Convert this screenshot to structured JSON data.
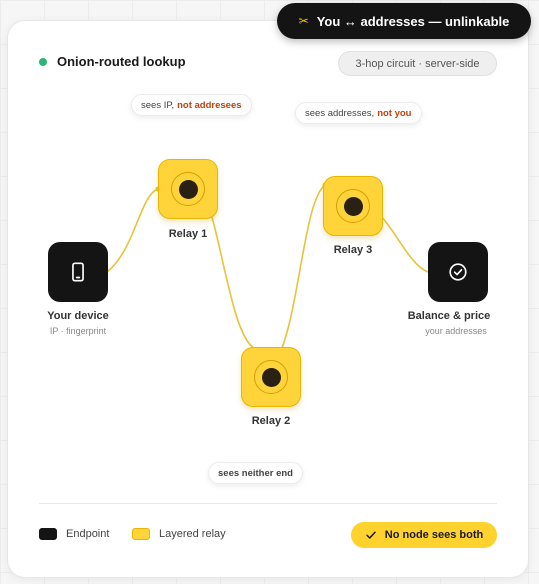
{
  "top_pill": {
    "icon": "link-break-icon",
    "text": "You ↔ addresses — unlinkable"
  },
  "header": {
    "title": "Onion-routed lookup",
    "badge": "3-hop circuit · server-side",
    "status_color": "#2bb673"
  },
  "notes": {
    "relay1": {
      "prefix": "sees IP, ",
      "highlight": "not addresees"
    },
    "relay3": {
      "prefix": "sees addresses, ",
      "highlight": "not you"
    },
    "relay2": {
      "text": "sees neither end"
    }
  },
  "nodes": {
    "device": {
      "label": "Your device",
      "sub": "IP · fingerprint",
      "icon": "phone-icon"
    },
    "relay1": {
      "label": "Relay 1"
    },
    "relay2": {
      "label": "Relay 2"
    },
    "relay3": {
      "label": "Relay 3"
    },
    "balance": {
      "label": "Balance & price",
      "sub": "your addresses",
      "icon": "check-circle-icon"
    }
  },
  "legend": {
    "endpoint": "Endpoint",
    "relay": "Layered relay"
  },
  "footer": {
    "ok_icon": "check-icon",
    "ok_text": "No node sees both"
  },
  "colors": {
    "relay": "#ffd43b",
    "endpoint": "#141414",
    "highlight": "#c2410c",
    "wire": "#e8c23a"
  }
}
